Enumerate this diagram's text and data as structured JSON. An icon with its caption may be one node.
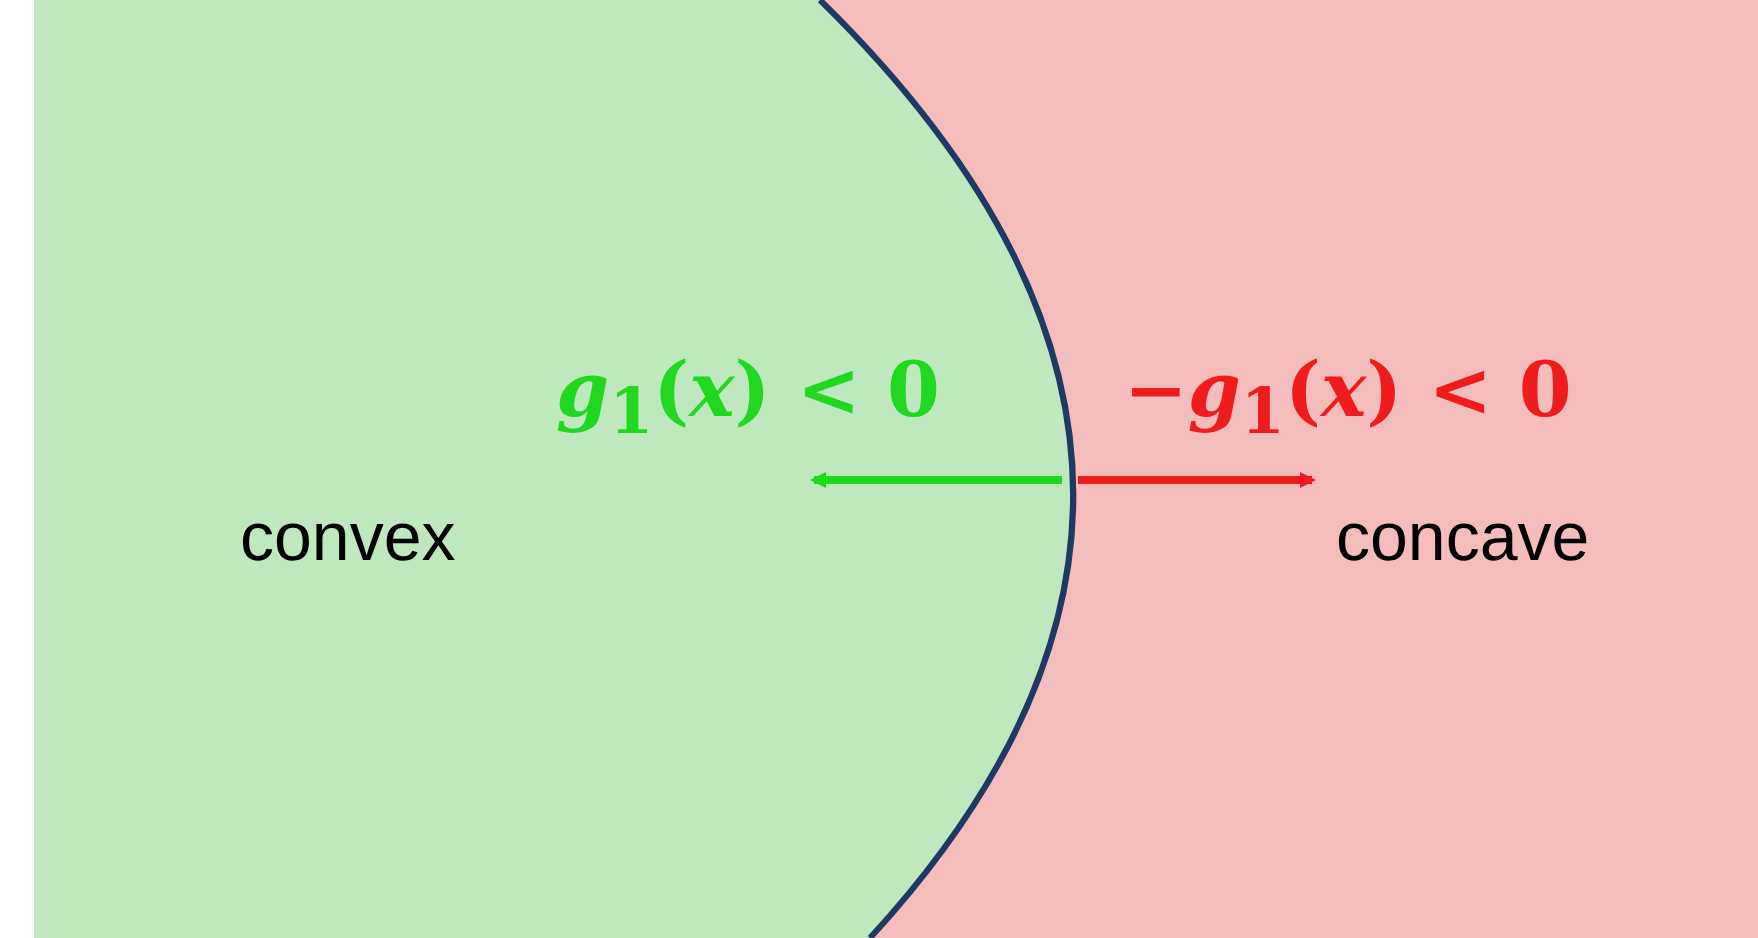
{
  "diagram": {
    "nodes": [
      {
        "text": [
          "convex"
        ]
      },
      {
        "text": [
          "concave"
        ]
      }
    ],
    "labels": [
      "*g*$_{1}$(*x*) < 0",
      "−*g*$_{1}$(*x*) < 0"
    ]
  }
}
